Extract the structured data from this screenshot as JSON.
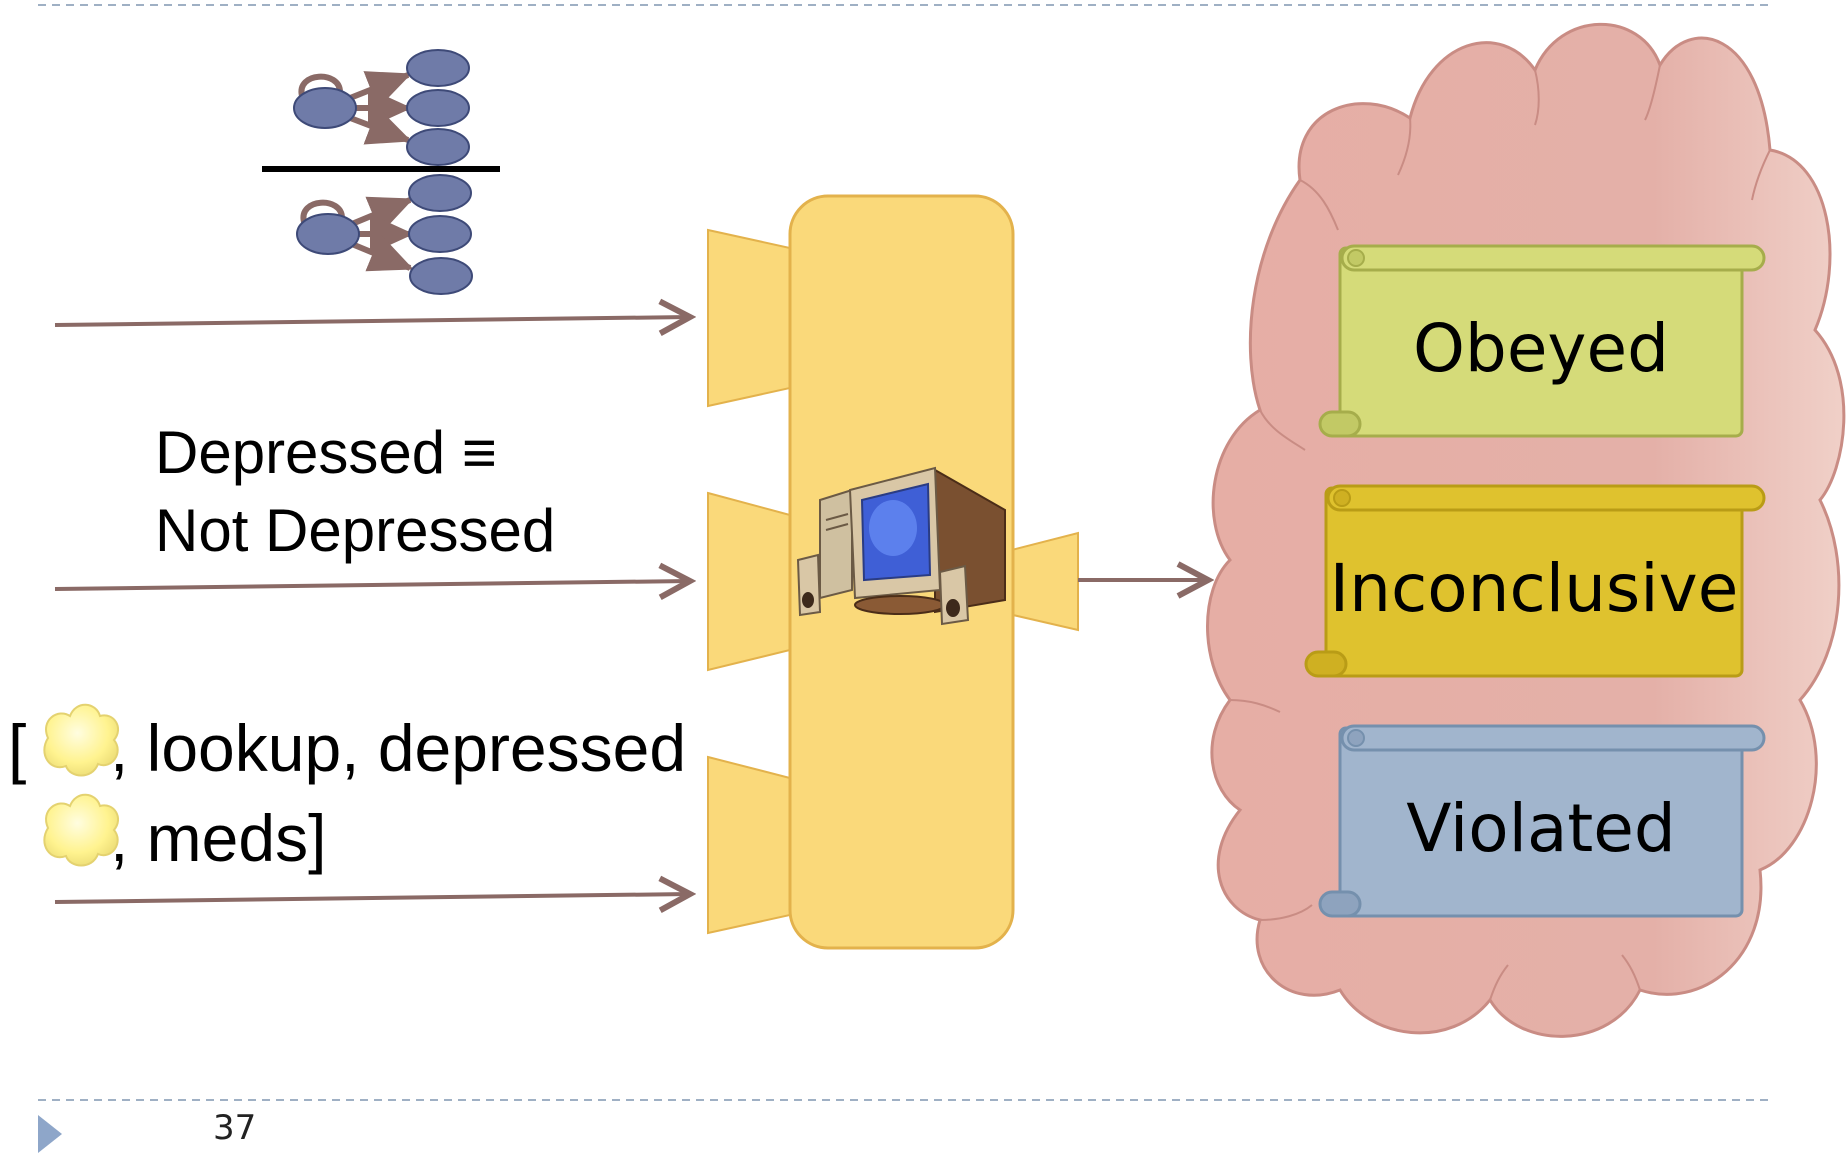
{
  "formula": {
    "line1": "Depressed ≡",
    "line2": "Not Depressed"
  },
  "trace": {
    "open_bracket": "[",
    "item1_suffix": ", lookup, depressed",
    "item2_suffix": ", meds]"
  },
  "results": {
    "obeyed": "Obeyed",
    "inconclusive": "Inconclusive",
    "violated": "Violated"
  },
  "footer": {
    "page_number": "37"
  },
  "colors": {
    "node_fill": "#6f7ba8",
    "node_stroke": "#3e4a78",
    "arrow": "#8a6a66",
    "monitor_fill": "#fad97a",
    "monitor_stroke": "#e3b24c",
    "cloud_fill": "#e7b0a8",
    "cloud_stroke": "#c98c84",
    "obeyed": "#d5db79",
    "inconclusive": "#dfc22e",
    "violated": "#a1b5cd",
    "token_fill": "#fff6a0"
  },
  "icons": [
    "automaton-icon",
    "computer-icon",
    "token-icon",
    "slide-marker-icon"
  ]
}
